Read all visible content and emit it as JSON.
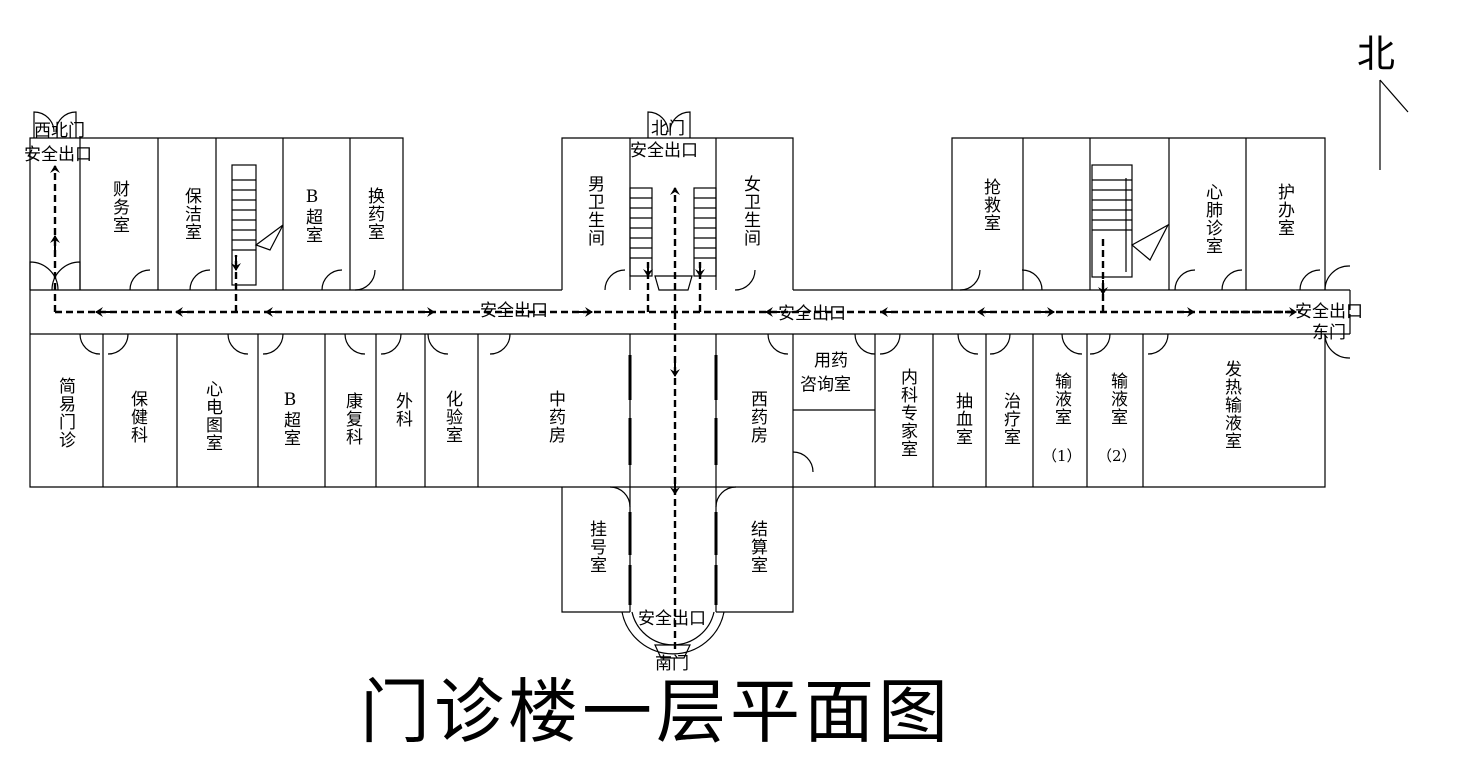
{
  "title": "门诊楼一层平面图",
  "compass": "北",
  "exits": {
    "northwest": [
      "西北门",
      "安全出口"
    ],
    "north": [
      "北门",
      "安全出口"
    ],
    "east": [
      "安全出口",
      "东门"
    ],
    "south": [
      "安全出口",
      "南门"
    ],
    "corridor_west": "安全出口",
    "corridor_east": "安全出口"
  },
  "rooms_north": [
    {
      "id": "finance",
      "label": "财务室"
    },
    {
      "id": "cleaning",
      "label": "保洁室"
    },
    {
      "id": "b-ultrasound-north",
      "label": "B超室"
    },
    {
      "id": "dressing",
      "label": "换药室"
    },
    {
      "id": "mens-restroom",
      "label": "男卫生间"
    },
    {
      "id": "womens-restroom",
      "label": "女卫生间"
    },
    {
      "id": "emergency",
      "label": "抢救室"
    },
    {
      "id": "cardiopulmonary",
      "label": "心肺诊室"
    },
    {
      "id": "nurse-office",
      "label": "护办室"
    }
  ],
  "rooms_south": [
    {
      "id": "simple-clinic",
      "label": "简易门诊"
    },
    {
      "id": "health-care",
      "label": "保健科"
    },
    {
      "id": "ecg",
      "label": "心电图室"
    },
    {
      "id": "b-ultrasound-south",
      "label": "B超室"
    },
    {
      "id": "rehab",
      "label": "康复科"
    },
    {
      "id": "surgery",
      "label": "外科"
    },
    {
      "id": "lab",
      "label": "化验室"
    },
    {
      "id": "chinese-pharmacy",
      "label": "中药房"
    },
    {
      "id": "western-pharmacy",
      "label": "西药房"
    },
    {
      "id": "internal-expert",
      "label": "内科专家室"
    },
    {
      "id": "blood-draw",
      "label": "抽血室"
    },
    {
      "id": "treatment",
      "label": "治疗室"
    },
    {
      "id": "fever-infusion",
      "label": "发热输液室"
    },
    {
      "id": "registration",
      "label": "挂号室"
    },
    {
      "id": "billing",
      "label": "结算室"
    }
  ],
  "consult": [
    "用药",
    "咨询室"
  ],
  "infusion1": [
    "输液室",
    "（1）"
  ],
  "infusion2": [
    "输液室",
    "（2）"
  ]
}
